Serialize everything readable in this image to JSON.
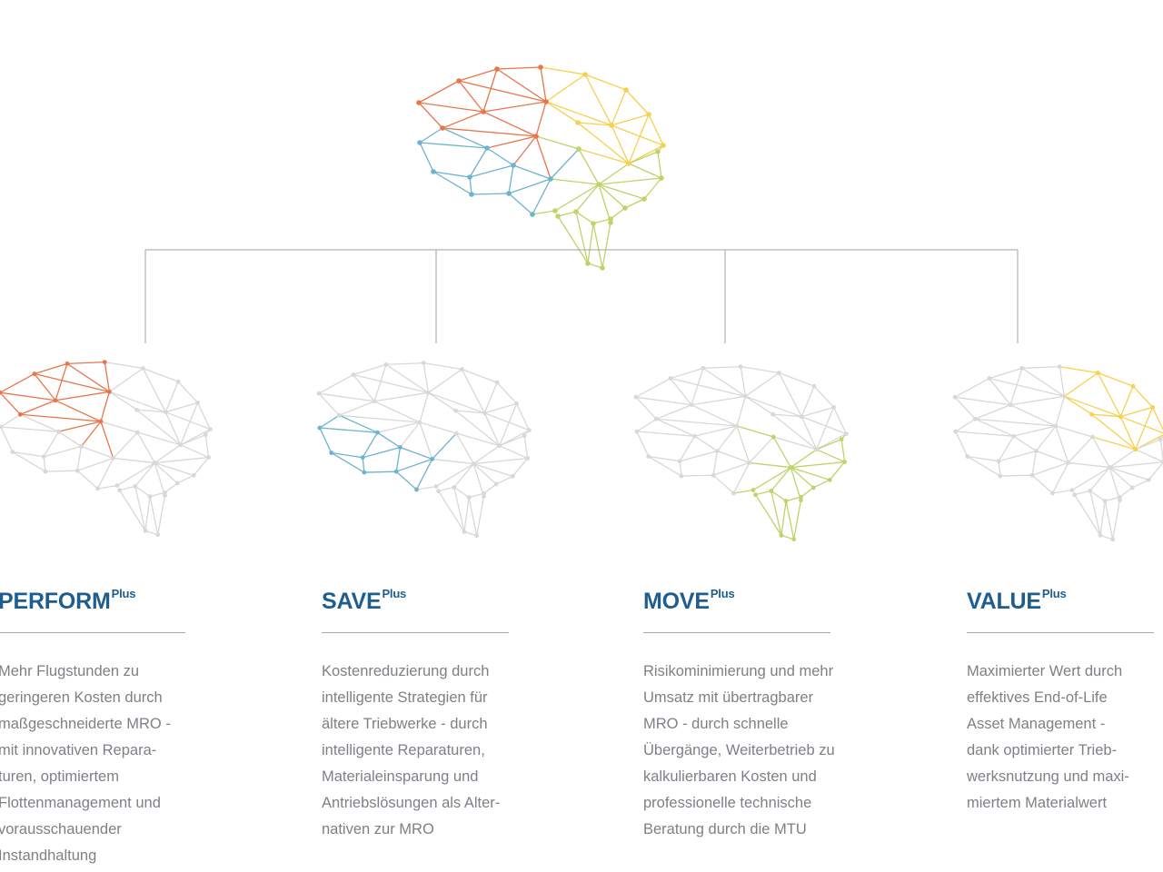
{
  "colors": {
    "orange": "#e8764a",
    "blue": "#6db3cf",
    "green": "#bcd46a",
    "yellow": "#f7d04f",
    "grey": "#d8d8d8",
    "title": "#1f5d8f",
    "text": "#7d8086",
    "connector": "#a0a0a0"
  },
  "main_icon": "brain-network-icon",
  "pillars": [
    {
      "title": "PERFORM",
      "sup": "Plus",
      "highlight": "orange",
      "description": "Mehr Flugstunden zu\ngeringeren Kosten durch\nmaßgeschneiderte MRO -\nmit innovativen Repara-\nturen, optimiertem\nFlottenmanagement und\nvorausschauender\nInstandhaltung"
    },
    {
      "title": "SAVE",
      "sup": "Plus",
      "highlight": "blue",
      "description": "Kostenreduzierung durch\nintelligente Strategien für\nältere Triebwerke - durch\nintelligente Reparaturen,\nMaterialeinsparung und\nAntriebslösungen als Alter-\nnativen zur MRO"
    },
    {
      "title": "MOVE",
      "sup": "Plus",
      "highlight": "green",
      "description": "Risikominimierung und mehr\nUmsatz mit übertragbarer\nMRO - durch schnelle\nÜbergänge, Weiterbetrieb zu\nkalkulierbaren Kosten und\nprofessionelle technische\nBeratung durch die MTU"
    },
    {
      "title": "VALUE",
      "sup": "Plus",
      "highlight": "yellow",
      "description": "Maximierter Wert durch\neffektives End-of-Life\nAsset Management -\ndank optimierter Trieb-\nwerksnutzung und maxi-\nmiertem Materialwert"
    }
  ]
}
